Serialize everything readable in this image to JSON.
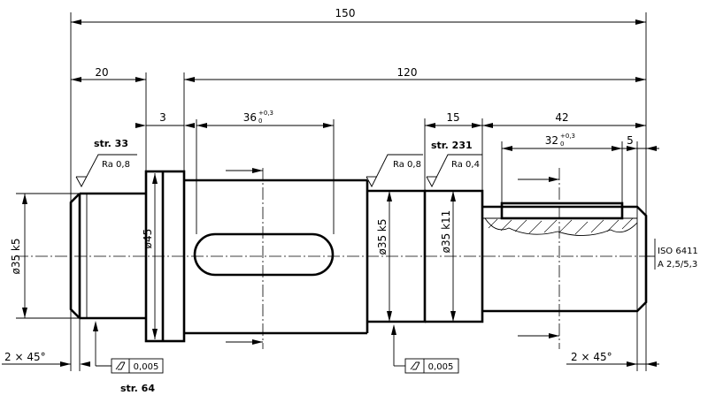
{
  "dimensions": {
    "overall_length": "150",
    "left_length": "20",
    "right_length": "120",
    "collar_width": "3",
    "keyway1_length": "36",
    "keyway1_tol_upper": "+0,3",
    "keyway1_tol_lower": "0",
    "shoulder_width": "15",
    "end_length": "42",
    "keyway2_length": "32",
    "keyway2_tol_upper": "+0,3",
    "keyway2_tol_lower": "0",
    "keyway2_offset": "5",
    "dia_left": "ø35 k5",
    "dia_collar": "ø45",
    "dia_bearing": "ø35 k5",
    "dia_seal": "ø35 k11",
    "chamfer_left": "2 × 45°",
    "chamfer_right": "2 × 45°"
  },
  "annotations": {
    "ref_str33": "str. 33",
    "ref_str231": "str. 231",
    "ref_str64": "str. 64",
    "roughness_1": "Ra 0,8",
    "roughness_2": "Ra 0,8",
    "roughness_3": "Ra 0,4",
    "runout_left": "0,005",
    "runout_right": "0,005",
    "center_hole_std": "ISO 6411",
    "center_hole_spec": "A 2,5/5,3"
  }
}
